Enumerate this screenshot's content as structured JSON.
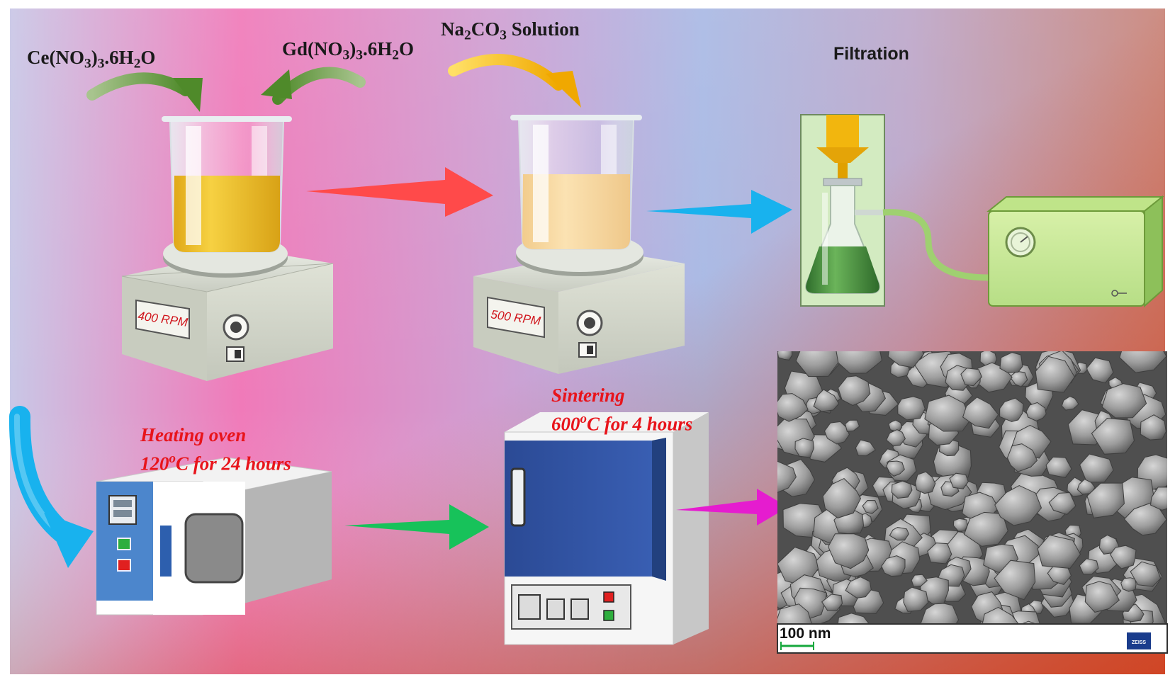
{
  "labels": {
    "ce_formula": {
      "base1": "Ce(NO",
      "s1": "3",
      "base2": ")",
      "s2": "3",
      "base3": ".6H",
      "s3": "2",
      "base4": "O"
    },
    "gd_formula": {
      "base1": "Gd(NO",
      "s1": "3",
      "base2": ")",
      "s2": "3",
      "base3": ".6H",
      "s3": "2",
      "base4": "O"
    },
    "na_solution": {
      "base1": "Na",
      "s1": "2",
      "base2": "CO",
      "s2": "3",
      "base3": " Solution"
    },
    "filtration": "Filtration",
    "heating_oven": {
      "line1": "Heating oven",
      "l2a": "120",
      "l2sup": "o",
      "l2b": "C for 24 hours"
    },
    "sintering": {
      "line1": "Sintering",
      "l2a": "600",
      "l2sup": "o",
      "l2b": "C for 4 hours"
    }
  },
  "stirrer1": {
    "display": "400 RPM"
  },
  "stirrer2": {
    "display": "500 RPM"
  },
  "sem": {
    "scale_label": "100 nm",
    "brand": "ZEISS"
  },
  "colors": {
    "arrow_red": "#ff4a4a",
    "arrow_blue": "#18b2ee",
    "arrow_green": "#17c25a",
    "arrow_magenta": "#e51ccf",
    "solution_yellow": "#f0c126",
    "solution_pale": "#f7dba0",
    "filtrate_green": "#3d8c3a",
    "oven_blue": "#2f4f9a"
  }
}
